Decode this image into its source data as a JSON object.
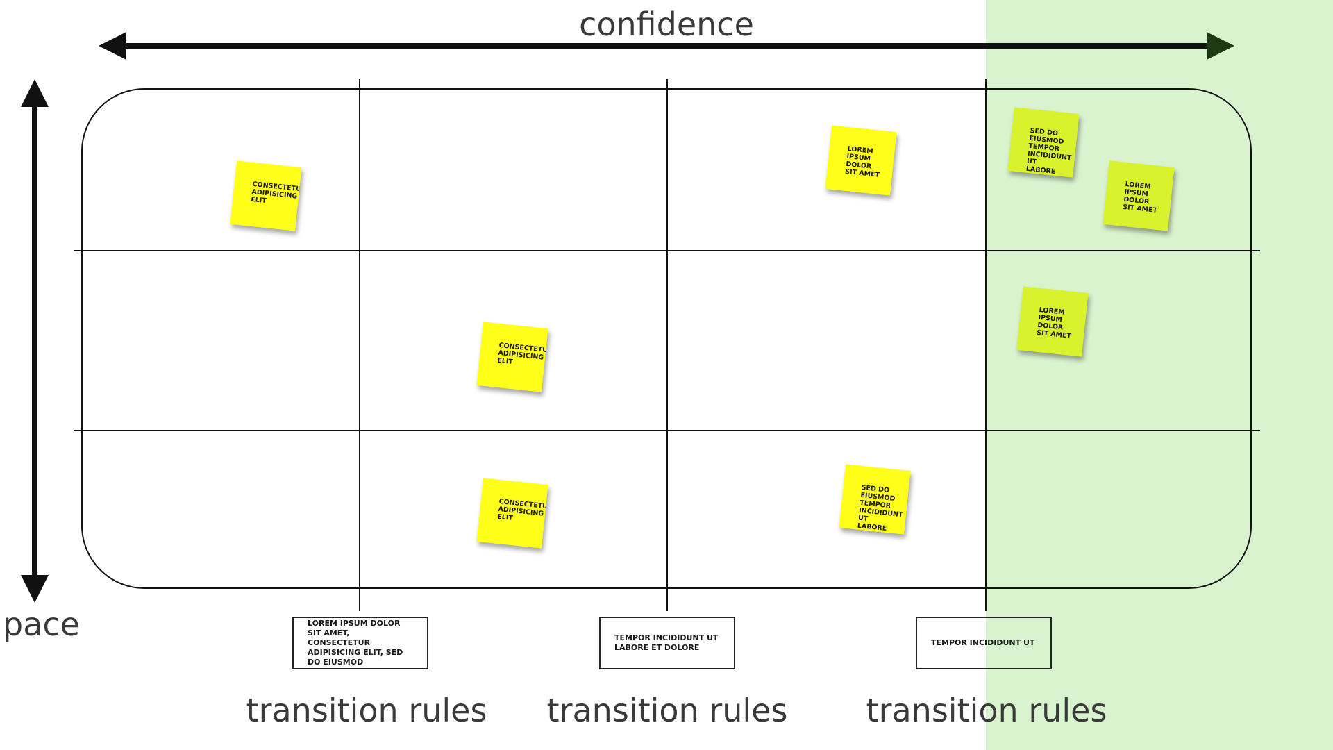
{
  "axes": {
    "horizontal_label": "confidence",
    "vertical_label": "pace"
  },
  "colors": {
    "highlight_zone": "#cff0c2",
    "sticky_yellow": "#ffff1a",
    "sticky_lime": "#d9f22b",
    "arrow": "#111111",
    "text": "#3a3a3a"
  },
  "sticky_notes": [
    {
      "text": "consectetur adipisicing elit",
      "color": "yellow"
    },
    {
      "text": "lorem ipsum dolor sit amet",
      "color": "yellow"
    },
    {
      "text": "sed do eiusmod tempor incididunt ut labore",
      "color": "lime"
    },
    {
      "text": "lorem ipsum dolor sit amet",
      "color": "lime"
    },
    {
      "text": "consectetur adipisicing elit",
      "color": "yellow"
    },
    {
      "text": "lorem ipsum dolor sit amet",
      "color": "lime"
    },
    {
      "text": "consectetur adipisicing elit",
      "color": "yellow"
    },
    {
      "text": "sed do eiusmod tempor incididunt ut labore",
      "color": "yellow"
    }
  ],
  "rule_boxes": [
    {
      "text": "lorem ipsum dolor sit amet, consectetur adipisicing elit, sed do eiusmod"
    },
    {
      "text": "tempor incididunt ut labore et dolore"
    },
    {
      "text": "tempor incididunt ut"
    }
  ],
  "column_labels": [
    "transition rules",
    "transition rules",
    "transition rules"
  ]
}
